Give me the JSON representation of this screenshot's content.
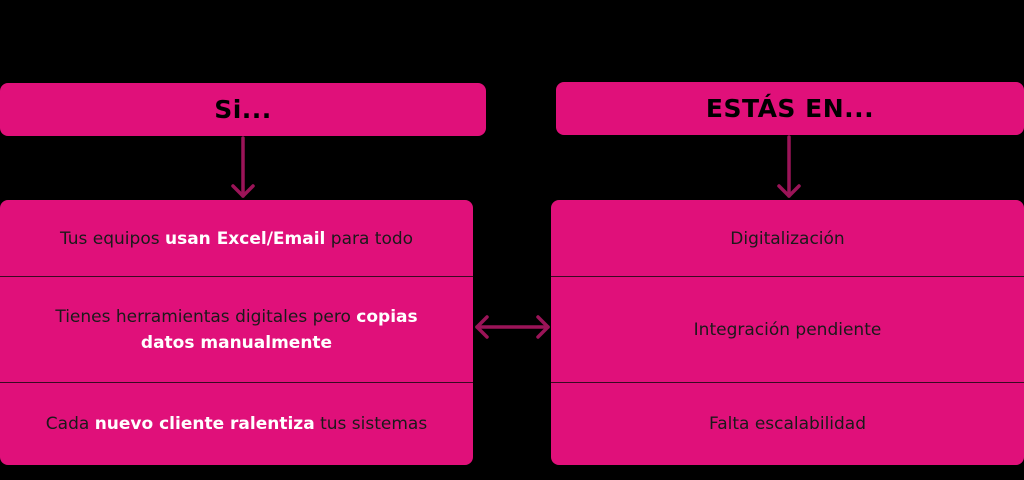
{
  "left_header": {
    "label": "Si..."
  },
  "right_header": {
    "label": "ESTÁS EN..."
  },
  "left_rows": [
    {
      "pre": "Tus equipos ",
      "bold": "usan Excel/Email",
      "post": " para todo"
    },
    {
      "pre": "Tienes herramientas digitales pero ",
      "bold": "copias datos manualmente",
      "post": ""
    },
    {
      "pre": "Cada ",
      "bold": "nuevo cliente ralentiza",
      "post": " tus sistemas"
    }
  ],
  "right_rows": [
    {
      "label": "Digitalización"
    },
    {
      "label": "Integración pendiente"
    },
    {
      "label": "Falta escalabilidad"
    }
  ],
  "colors": {
    "background": "#000000",
    "box_fill": "#e0107a",
    "arrow": "#9b1458",
    "bold_text": "#ffffff"
  }
}
